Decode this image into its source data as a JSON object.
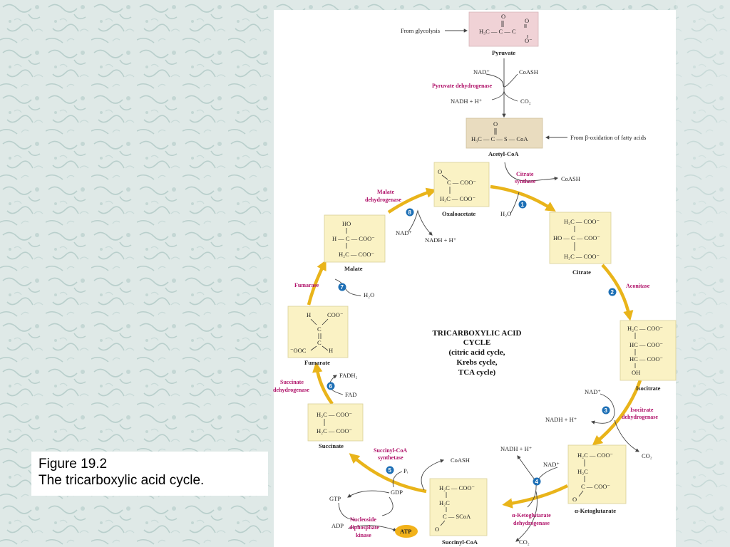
{
  "caption": {
    "line1": "Figure 19.2",
    "line2": "The tricarboxylic acid cycle."
  },
  "diagram": {
    "cycle_title": [
      "TRICARBOXYLIC ACID",
      "CYCLE",
      "(citric acid cycle,",
      "Krebs cycle,",
      "TCA cycle)"
    ],
    "molecules": {
      "pyruvate": "Pyruvate",
      "acetyl_coa": "Acetyl-CoA",
      "oxaloacetate": "Oxaloacetate",
      "citrate": "Citrate",
      "isocitrate": "Isocitrate",
      "ketoglutarate": "α-Ketoglutarate",
      "succinyl_coa": "Succinyl-CoA",
      "succinate": "Succinate",
      "fumarate": "Fumarate",
      "malate": "Malate"
    },
    "enzymes": {
      "pyruvate_dh": "Pyruvate dehydrogenase",
      "citrate_synthase": [
        "Citrate",
        "synthase"
      ],
      "aconitase": "Aconitase",
      "isocitrate_dh": [
        "Isocitrate",
        "dehydrogenase"
      ],
      "akg_dh": [
        "α-Ketoglutarate",
        "dehydrogenase"
      ],
      "succinyl_coa_synthetase": [
        "Succinyl-CoA",
        "synthetase"
      ],
      "succinate_dh": [
        "Succinate",
        "dehydrogenase"
      ],
      "fumarase": "Fumarase",
      "malate_dh": [
        "Malate",
        "dehydrogenase"
      ],
      "ndp_kinase": [
        "Nucleoside",
        "diphosphate",
        "kinase"
      ]
    },
    "cofactors": {
      "from_glycolysis": "From glycolysis",
      "from_beta_ox": "From β-oxidation of fatty acids",
      "nad": "NAD⁺",
      "coash": "CoASH",
      "nadh_h": "NADH + H⁺",
      "co2": "CO₂",
      "h2o": "H₂O",
      "fadh2": "FADH₂",
      "fad": "FAD",
      "gtp": "GTP",
      "gdp": "GDP",
      "pi": "Pᵢ",
      "adp": "ADP",
      "atp": "ATP"
    },
    "steps": [
      "1",
      "2",
      "3",
      "4",
      "5",
      "6",
      "7",
      "8"
    ],
    "formulas": {
      "pyruvate": [
        "O",
        "O",
        "H₃C — C — C",
        "O⁻"
      ],
      "acetyl_coa": [
        "O",
        "H₃C — C — S — CoA"
      ],
      "oxaloacetate": [
        "O",
        "C — COO⁻",
        "H₂C — COO⁻"
      ],
      "citrate": [
        "H₂C — COO⁻",
        "HO — C — COO⁻",
        "H₂C — COO⁻"
      ],
      "isocitrate": [
        "H₂C — COO⁻",
        "HC — COO⁻",
        "HC — COO⁻",
        "OH"
      ],
      "ketoglutarate": [
        "H₂C — COO⁻",
        "H₂C",
        "C — COO⁻",
        "O"
      ],
      "succinyl_coa": [
        "H₂C — COO⁻",
        "H₂C",
        "C — SCoA",
        "O"
      ],
      "succinate": [
        "H₂C — COO⁻",
        "H₂C — COO⁻"
      ],
      "fumarate": [
        "H",
        "COO⁻",
        "C",
        "C",
        "⁻OOC",
        "H"
      ],
      "malate": [
        "HO",
        "H — C — COO⁻",
        "H₂C — COO⁻"
      ]
    },
    "colors": {
      "cycle_arrow": "#e9b41a",
      "enzyme_text": "#b0136a",
      "step_badge": "#1d6fb5",
      "molecule_box": "#faf2c4",
      "pyruvate_box": "#f0d2d6",
      "acetyl_box": "#e9dcbf",
      "atp_highlight": "#f2b21a"
    }
  }
}
